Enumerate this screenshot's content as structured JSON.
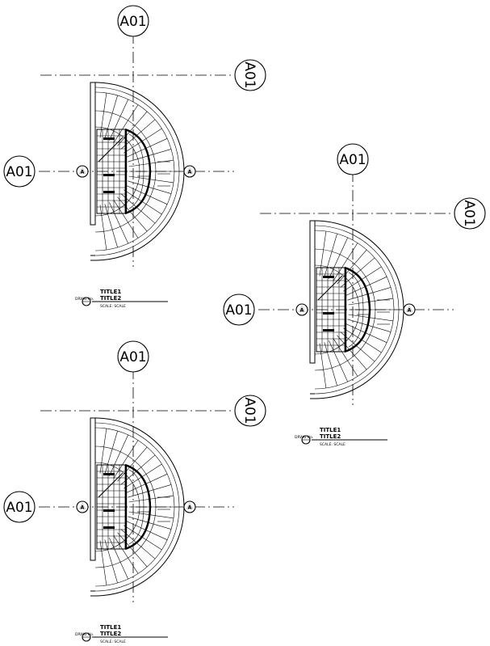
{
  "drawings": [
    {
      "grid_top": "A01",
      "grid_right": "A01",
      "grid_left": "A01",
      "section_marker": "A",
      "title1": "TITLE1",
      "title2": "TITLE2",
      "drawing_no": "DRWG No.",
      "scale": "SCALE: SCALE"
    },
    {
      "grid_top": "A01",
      "grid_right": "A01",
      "grid_left": "A01",
      "section_marker": "A",
      "title1": "TITLE1",
      "title2": "TITLE2",
      "drawing_no": "DRWG No.",
      "scale": "SCALE: SCALE"
    },
    {
      "grid_top": "A01",
      "grid_right": "A01",
      "grid_left": "A01",
      "section_marker": "A",
      "title1": "TITLE1",
      "title2": "TITLE2",
      "drawing_no": "DRWG No.",
      "scale": "SCALE: SCALE"
    }
  ]
}
